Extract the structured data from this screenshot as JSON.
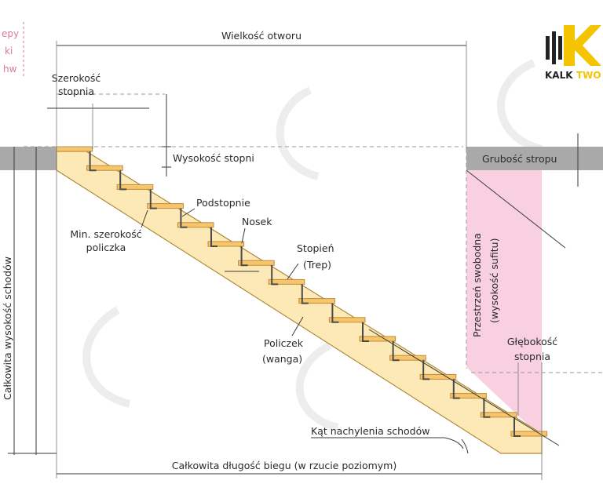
{
  "labels": {
    "opening_size": "Wielkość otworu",
    "tread_width": [
      "Szerokość",
      "stopnia"
    ],
    "step_height": "Wysokość stopni",
    "floor_thickness": "Grubość stropu",
    "riser": "Podstopnie",
    "nosing": "Nosek",
    "min_stringer_width": [
      "Min. szerokość",
      "policzka"
    ],
    "step": [
      "Stopień",
      "(Trep)"
    ],
    "free_space": [
      "Przestrzeń swobodna",
      "(wysokość sufitu)"
    ],
    "stringer": [
      "Policzek",
      "(wanga)"
    ],
    "tread_depth": [
      "Głębokość",
      "stopnia"
    ],
    "stair_angle": "Kąt nachylenia schodów",
    "total_height": "Całkowita wysokość schodów",
    "total_run": "Całkowita długość biegu (w rzucie poziomym)",
    "edge_fragment": [
      "epy",
      "ki",
      "hw"
    ]
  },
  "logo": {
    "text_main": "KALK",
    "text_accent": "TWO"
  },
  "colors": {
    "tread": "#f5c66b",
    "stringer": "#fce9b6",
    "slab": "#a9a9a9",
    "free_space": "#f3a9c6",
    "logo_yellow": "#f5c400",
    "logo_dark": "#222222"
  }
}
